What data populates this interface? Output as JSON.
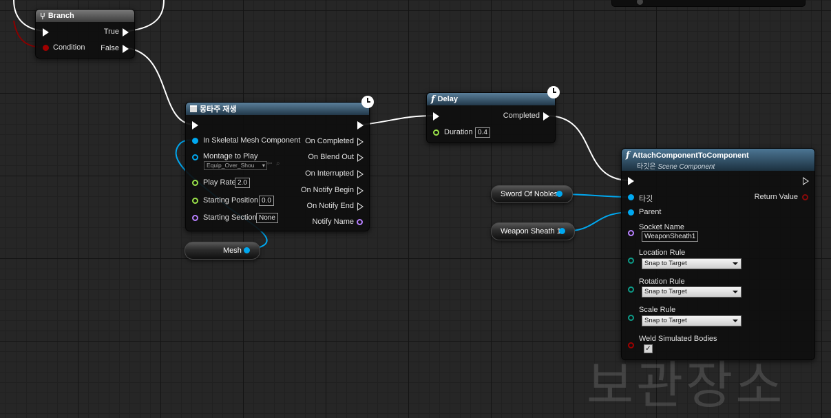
{
  "colors": {
    "exec": "#ffffff",
    "object_pin": "#00a8f0",
    "float_pin": "#9be34a",
    "name_pin": "#b780ff",
    "enum_pin": "#0d9b88",
    "bool_pin": "#a00000"
  },
  "branch": {
    "title": "Branch",
    "icon": "branch-icon",
    "condition": "Condition",
    "true_label": "True",
    "false_label": "False"
  },
  "montage": {
    "title": "몽타주 재생",
    "icon": "function-icon",
    "in_mesh": "In Skeletal Mesh Component",
    "montage": "Montage to Play",
    "montage_value": "Equip_Over_Shou",
    "play_rate": "Play Rate",
    "play_rate_value": "2.0",
    "start_pos": "Starting Position",
    "start_pos_value": "0.0",
    "start_section": "Starting Section",
    "start_section_value": "None",
    "on_completed": "On Completed",
    "on_blend_out": "On Blend Out",
    "on_interrupted": "On Interrupted",
    "on_notify_begin": "On Notify Begin",
    "on_notify_end": "On Notify End",
    "notify_name": "Notify Name"
  },
  "delay": {
    "title": "Delay",
    "completed": "Completed",
    "duration": "Duration",
    "duration_value": "0.4"
  },
  "attach": {
    "title": "AttachComponentToComponent",
    "subtitle_prefix": "타깃은 ",
    "subtitle_class": "Scene Component",
    "target": "타깃",
    "parent": "Parent",
    "return_value": "Return Value",
    "socket_name": "Socket Name",
    "socket_value": "WeaponSheath1",
    "location_rule": "Location Rule",
    "location_value": "Snap to Target",
    "rotation_rule": "Rotation Rule",
    "rotation_value": "Snap to Target",
    "scale_rule": "Scale Rule",
    "scale_value": "Snap to Target",
    "weld": "Weld Simulated Bodies",
    "weld_checked": "✓"
  },
  "vars": {
    "mesh": "Mesh",
    "sword": "Sword Of Nobles",
    "weapon_sheath": "Weapon Sheath 1"
  },
  "watermark": "보관장소"
}
